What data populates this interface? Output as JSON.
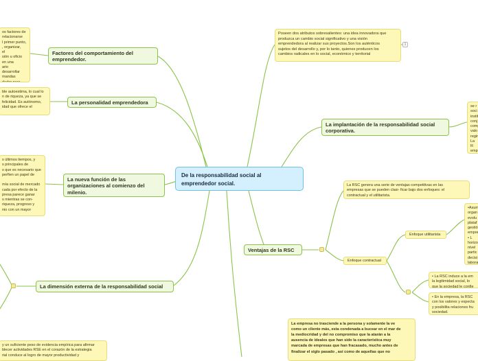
{
  "central": {
    "label": "De la responsabilidad social al emprendedor social."
  },
  "branches": {
    "factores": "Factores del comportamiento del emprendedor.",
    "personalidad": "La personalidad emprendedora",
    "nueva_funcion": "La nueva función de las organizaciones al comienzo del milenio.",
    "dimension_externa": "La dimensión externa de la responsabilidad social",
    "implantacion": "La implantación de la responsabilidad social corporativa.",
    "ventajas": "Ventajas de la RSC"
  },
  "sub": {
    "utilitarista": "Enfoque utilitarista",
    "contractual": "Enfoque contractual"
  },
  "badge": "1",
  "notes": {
    "factores": [
      "os factores de",
      "relacionarse",
      "l primer punto,",
      ", organizar,",
      "el",
      "sión u oficio",
      "en una",
      "ario desarrollar",
      "mandas",
      "dedor para"
    ],
    "personalidad": [
      "ble autoestima, lo cual lo",
      "n de riqueza, ya que se",
      "felicidad. Es autónomo,",
      "idad que ofrece el"
    ],
    "nueva_funcion": [
      "s últimos tiempos, y",
      "s principales de",
      "s que es necesario que",
      "perfien un papel de",
      "",
      "mía social de mercado",
      "cada por efecto de la",
      "presa parece ganar",
      "s mientras se con-",
      "riqueza, progreso y",
      "nio con un mayor"
    ],
    "bottom_left": [
      "y un suficiente peso de evidencia empírica para afirmar",
      "blecer actividades RSE en el corazón de la estrategia",
      "rial conduce al logro de mayor productividad y"
    ],
    "atributos": [
      "Poseen dos atributos sobresalientes: una idea innovadora que",
      "produzca un cambio social significativo y una visión",
      "emprendedora al realizar sus proyectos.Son los auténticos",
      "sujetos del desarrollo y, por lo tanto, quienes producen los",
      "cambios radicales en lo social, económico y territorial"
    ],
    "implantacion": [
      "se r",
      "soci",
      "instit",
      "conj",
      "comp",
      "valo",
      "regir",
      "La R",
      "emp",
      "oper"
    ],
    "ventajas_intro": [
      "La RSC genera una serie de ventajas competitivas en las",
      "empresas que se pueden clasi- ficar bajo dos enfoques: el",
      "contractual y el utilitarista."
    ],
    "utilitarista": [
      "•Asum",
      "organ",
      "evolu",
      "plataf",
      "gestió",
      "empre",
      "•      L",
      "horizo",
      "nivel",
      "partic",
      "decisi",
      "labora"
    ],
    "legitimidad": [
      "• La RSC induce a la em",
      "la legitimidad social, lo",
      "que la sociedad le confie"
    ],
    "valores": [
      "• En la empresa, la RSC",
      "con los valores y expecta",
      "y posibilita relaciones fru",
      "sociedad."
    ],
    "bottom_center": [
      "La empresa no trasciende a la persona y solamente la ve",
      "como un cliente más, esta condenada a bucear en el mar de",
      "la mediocridad y del no compromiso que la atarán a la",
      "ausencia de ideales que han sido la característica muy",
      "marcada de empresas que han fracasado, mucho antes de",
      "finalizar el siglo pasado , así como de aquellas que no"
    ]
  },
  "colors": {
    "branch_fill": "#f1f8e0",
    "branch_border": "#8bc34a",
    "central_fill": "#d4f0ff",
    "central_border": "#6ec1e4",
    "note_fill": "#fdf7b8",
    "connector": "#8bc34a"
  }
}
